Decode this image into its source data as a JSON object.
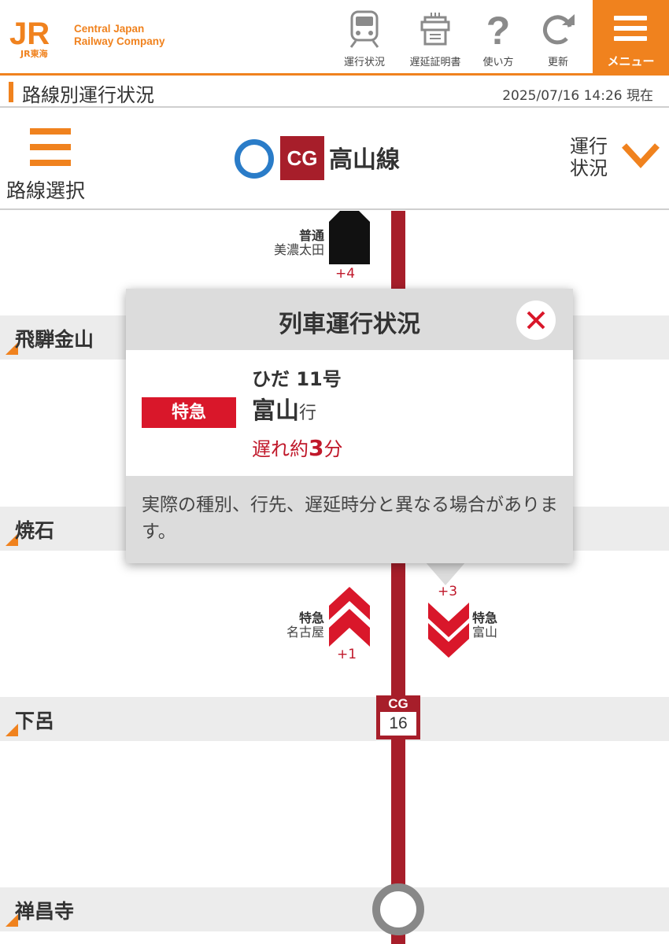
{
  "header": {
    "logo_text": "JR",
    "logo_sub": "JR東海",
    "company_line1": "Central Japan",
    "company_line2": "Railway Company",
    "nav": [
      {
        "label": "運行状況",
        "icon": "train-icon"
      },
      {
        "label": "遅延証明書",
        "icon": "certificate-icon"
      },
      {
        "label": "使い方",
        "icon": "question-icon"
      },
      {
        "label": "更新",
        "icon": "refresh-icon"
      }
    ],
    "menu_label": "メニュー"
  },
  "section": {
    "title": "路線別運行状況",
    "timestamp": "2025/07/16 14:26 現在"
  },
  "line_bar": {
    "route_select_label": "路線選択",
    "line_code": "CG",
    "line_name": "高山線",
    "status_label_1": "運行",
    "status_label_2": "状況"
  },
  "colors": {
    "accent": "#f0821e",
    "line": "#a71e2a",
    "delay": "#c0182a",
    "limited_express": "#d9172a",
    "circle": "#2a7cc8"
  },
  "stations": [
    {
      "name": "飛騨金山"
    },
    {
      "name": "焼石"
    },
    {
      "name": "下呂",
      "code": "CG",
      "number": "16"
    },
    {
      "name": "禅昌寺"
    }
  ],
  "trains": [
    {
      "type": "普通",
      "destination": "美濃太田",
      "delay": "+4"
    },
    {
      "type": "特急",
      "destination": "名古屋",
      "delay": "+1"
    },
    {
      "type": "特急",
      "destination": "富山",
      "delay": "+3"
    }
  ],
  "popup": {
    "title": "列車運行状況",
    "train_type": "特急",
    "train_name": "ひだ 11号",
    "destination": "富山",
    "destination_suffix": "行",
    "delay_prefix": "遅れ約",
    "delay_minutes": "3",
    "delay_unit": "分",
    "note": "実際の種別、行先、遅延時分と異なる場合があります。"
  }
}
